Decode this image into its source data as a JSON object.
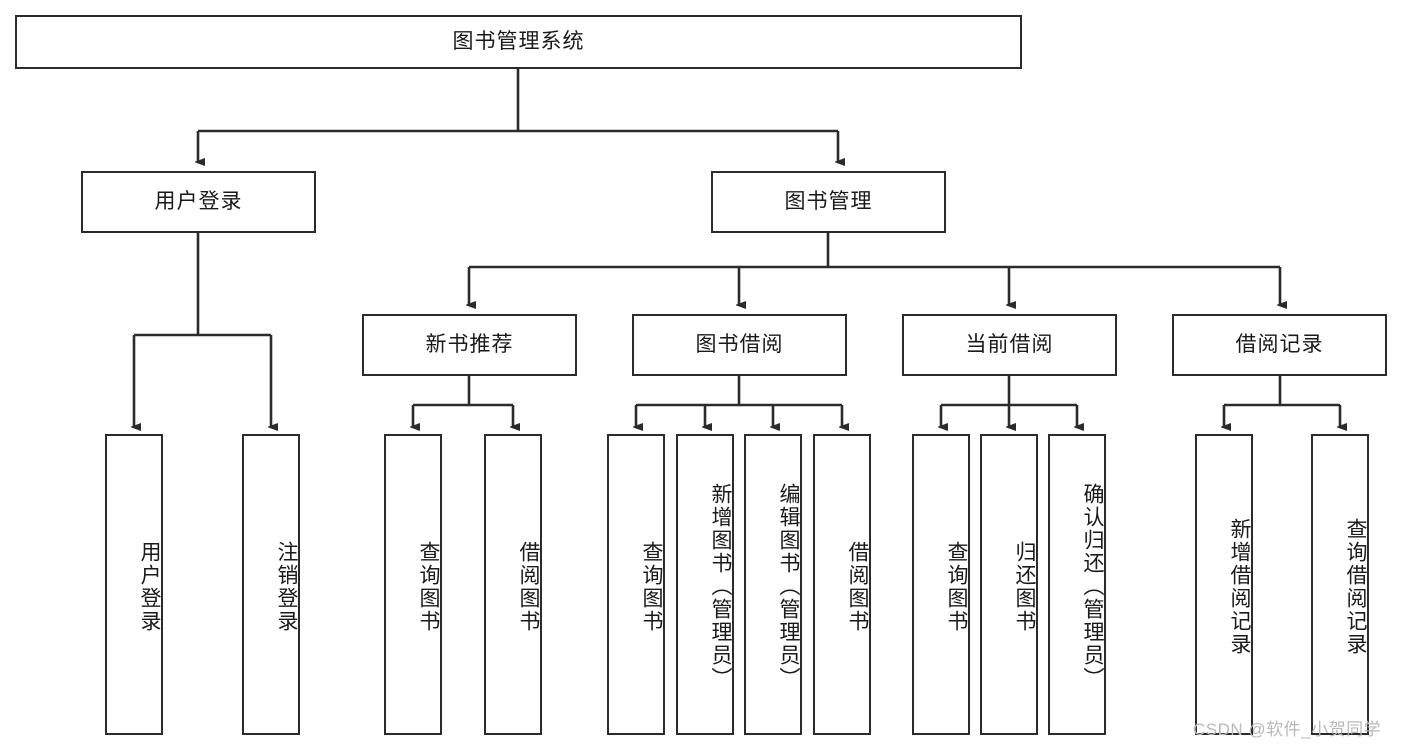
{
  "diagram": {
    "title": "图书管理系统",
    "watermark": "CSDN @软件_小贺同学",
    "colors": {
      "stroke": "#2b2b2b",
      "fill": "#ffffff",
      "text": "#1a1a1a",
      "watermark": "#b9b9b9"
    },
    "root": {
      "label": "图书管理系统"
    },
    "level2": [
      {
        "label": "用户登录"
      },
      {
        "label": "图书管理"
      }
    ],
    "level3": [
      {
        "label": "新书推荐"
      },
      {
        "label": "图书借阅"
      },
      {
        "label": "当前借阅"
      },
      {
        "label": "借阅记录"
      }
    ],
    "leaves": {
      "user_login": [
        {
          "label": "用户登录"
        },
        {
          "label": "注销登录"
        }
      ],
      "new_book": [
        {
          "label": "查询图书"
        },
        {
          "label": "借阅图书"
        }
      ],
      "borrow_book": [
        {
          "label": "查询图书"
        },
        {
          "label": "新增图书（管理员）"
        },
        {
          "label": "编辑图书（管理员）"
        },
        {
          "label": "借阅图书"
        }
      ],
      "current_borrow": [
        {
          "label": "查询图书"
        },
        {
          "label": "归还图书"
        },
        {
          "label": "确认归还（管理员）"
        }
      ],
      "borrow_record": [
        {
          "label": "新增借阅记录"
        },
        {
          "label": "查询借阅记录"
        }
      ]
    }
  }
}
